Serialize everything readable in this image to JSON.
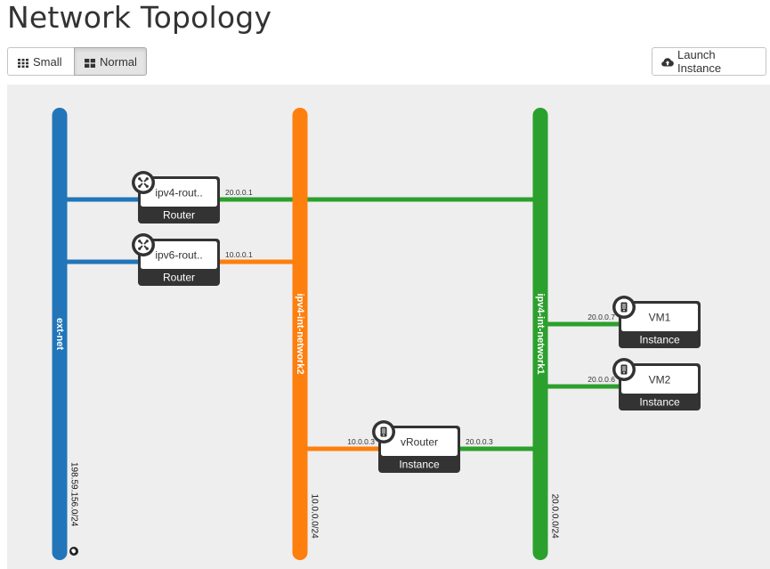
{
  "page": {
    "title": "Network Topology"
  },
  "toolbar": {
    "small_label": "Small",
    "normal_label": "Normal",
    "launch_label": "Launch Instance"
  },
  "networks": [
    {
      "id": "ext",
      "name": "ext-net",
      "cidr": "198.59.156.0/24",
      "color": "#2275b9",
      "external": true
    },
    {
      "id": "net2",
      "name": "ipv4-int-network2",
      "cidr": "10.0.0.0/24",
      "color": "#fd7f0e",
      "external": false
    },
    {
      "id": "net1",
      "name": "ipv4-int-network1",
      "cidr": "20.0.0.0/24",
      "color": "#2ca02c",
      "external": false
    }
  ],
  "devices": [
    {
      "id": "r1",
      "name": "ipv4-rout..",
      "type": "Router",
      "icon": "router-icon"
    },
    {
      "id": "r2",
      "name": "ipv6-rout..",
      "type": "Router",
      "icon": "router-icon"
    },
    {
      "id": "vm1",
      "name": "VM1",
      "type": "Instance",
      "icon": "server-icon"
    },
    {
      "id": "vm2",
      "name": "VM2",
      "type": "Instance",
      "icon": "server-icon"
    },
    {
      "id": "vr",
      "name": "vRouter",
      "type": "Instance",
      "icon": "server-icon"
    }
  ],
  "links": [
    {
      "id": "l1",
      "from": "ext",
      "to": "r1",
      "ip": ""
    },
    {
      "id": "l2",
      "from": "r1",
      "to": "net1",
      "ip": "20.0.0.1"
    },
    {
      "id": "l3",
      "from": "ext",
      "to": "r2",
      "ip": ""
    },
    {
      "id": "l4",
      "from": "r2",
      "to": "net2",
      "ip": "10.0.0.1"
    },
    {
      "id": "l5",
      "from": "net1",
      "to": "vm1",
      "ip": "20.0.0.7"
    },
    {
      "id": "l6",
      "from": "net1",
      "to": "vm2",
      "ip": "20.0.0.6"
    },
    {
      "id": "l7",
      "from": "net2",
      "to": "vr",
      "ip": "10.0.0.3"
    },
    {
      "id": "l8",
      "from": "vr",
      "to": "net1",
      "ip": "20.0.0.3"
    }
  ],
  "colors": {
    "node_dark": "#333333",
    "panel_bg": "#eeeeee"
  }
}
